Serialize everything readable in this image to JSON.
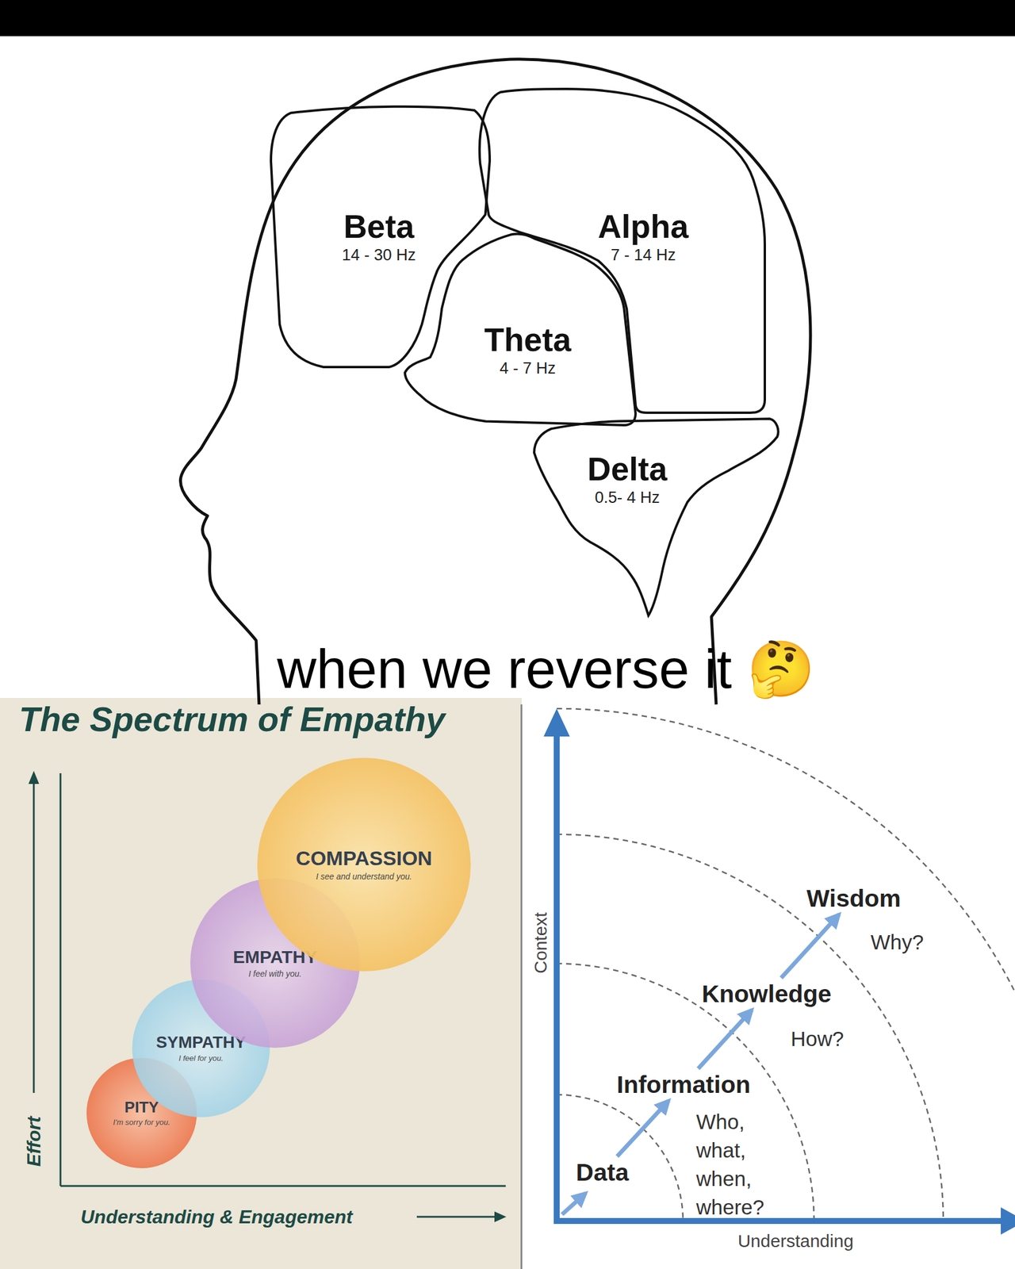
{
  "diagram": {
    "title": "The Spectrum of Empathy",
    "caption": "when we reverse it 🤔",
    "nodes": [
      {
        "text": [
          "Beta",
          "14 - 30 Hz"
        ]
      },
      {
        "text": [
          "Alpha",
          "7 - 14 Hz"
        ]
      },
      {
        "text": [
          "Theta",
          "4 - 7 Hz"
        ]
      },
      {
        "text": [
          "Delta",
          "0.5- 4 Hz"
        ]
      },
      {
        "text": [
          "PITY",
          "I'm sorry for you."
        ]
      },
      {
        "text": [
          "SYMPATHY",
          "I feel for you."
        ]
      },
      {
        "text": [
          "EMPATHY",
          "I feel with you."
        ]
      },
      {
        "text": [
          "COMPASSION",
          "I see and understand you."
        ]
      },
      {
        "text": [
          "Data"
        ]
      },
      {
        "text": [
          "Information",
          "Who, what, when, where?"
        ]
      },
      {
        "text": [
          "Knowledge",
          "How?"
        ]
      },
      {
        "text": [
          "Wisdom",
          "Why?"
        ]
      }
    ],
    "edges": [
      {
        "from": 8,
        "to": 9,
        "arrow": "to"
      },
      {
        "from": 9,
        "to": 10,
        "arrow": "to"
      },
      {
        "from": 10,
        "to": 11,
        "arrow": "to"
      }
    ],
    "labels": [
      "Effort",
      "Understanding & Engagement",
      "Context",
      "Understanding"
    ]
  }
}
